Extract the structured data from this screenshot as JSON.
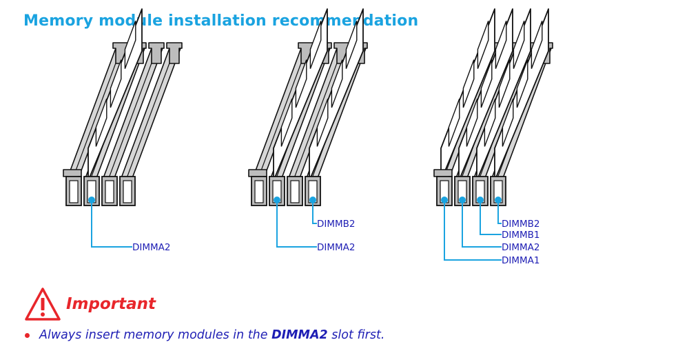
{
  "title": "Memory module installation recommendation",
  "diagrams": [
    {
      "slots": 4,
      "installed": [
        1
      ],
      "labels": [
        "DIMMA2"
      ]
    },
    {
      "slots": 4,
      "installed": [
        1,
        3
      ],
      "labels": [
        "DIMMB2",
        "DIMMA2"
      ]
    },
    {
      "slots": 4,
      "installed": [
        0,
        1,
        2,
        3
      ],
      "labels": [
        "DIMMB2",
        "DIMMB1",
        "DIMMA2",
        "DIMMA1"
      ]
    }
  ],
  "important": {
    "label": "Important",
    "icon": "warning-triangle-icon"
  },
  "note": {
    "before": "Always insert memory modules in the ",
    "highlight": "DIMMA2",
    "after": " slot first."
  },
  "colors": {
    "title": "#1aa3e0",
    "callout": "#1aa3e0",
    "label": "#1e1eb4",
    "warning": "#e8262b"
  }
}
